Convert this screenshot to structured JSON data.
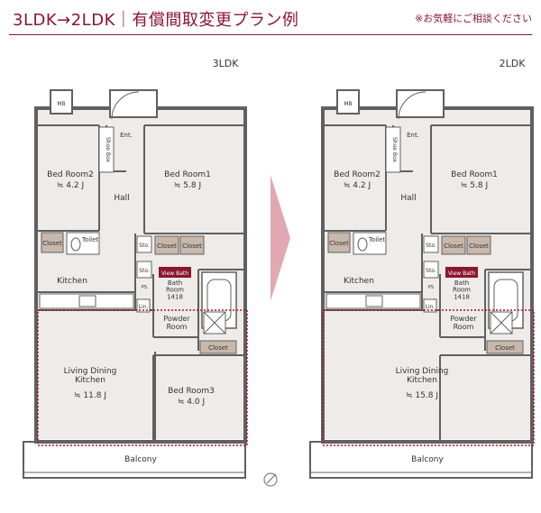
{
  "header": {
    "title": "3LDK→2LDK｜有償間取変更プラン例",
    "note": "※お気軽にご相談ください"
  },
  "colors": {
    "accent": "#8a1630",
    "wall": "#606060",
    "floor": "#eeebe8",
    "fixture": "#c8b8ac",
    "dotted": "#a4162e",
    "arrow": "#e2a8b2"
  },
  "plans": {
    "before": {
      "type_label": "3LDK",
      "rooms": {
        "mb": "MB",
        "ent": "Ent.",
        "shoe_box": "Shoe Box",
        "bed2_name": "Bed Room2",
        "bed2_size": "≒ 4.2 J",
        "bed1_name": "Bed Room1",
        "bed1_size": "≒ 5.8 J",
        "hall": "Hall",
        "closet_a": "Closet",
        "toilet": "Toilet",
        "sto_1": "Sto.",
        "closet_b": "Closet",
        "closet_c": "Closet",
        "sto_2": "Sto.",
        "view_bath": "View Bath",
        "bath_room": "Bath\nRoom\n1418",
        "ps": "PS",
        "lin": "Lin.",
        "kitchen": "Kitchen",
        "powder_room": "Powder\nRoom",
        "closet_d": "Closet",
        "ldk_name": "Living Dining\nKitchen",
        "ldk_size": "≒ 11.8 J",
        "bed3_name": "Bed Room3",
        "bed3_size": "≒ 4.0 J",
        "balcony": "Balcony"
      }
    },
    "after": {
      "type_label": "2LDK",
      "rooms": {
        "mb": "MB",
        "ent": "Ent.",
        "shoe_box": "Shoe Box",
        "bed2_name": "Bed Room2",
        "bed2_size": "≒ 4.2 J",
        "bed1_name": "Bed Room1",
        "bed1_size": "≒ 5.8 J",
        "hall": "Hall",
        "closet_a": "Closet",
        "toilet": "Toilet",
        "sto_1": "Sto.",
        "closet_b": "Closet",
        "closet_c": "Closet",
        "sto_2": "Sto.",
        "view_bath": "View Bath",
        "bath_room": "Bath\nRoom\n1418",
        "ps": "PS",
        "lin": "Lin.",
        "kitchen": "Kitchen",
        "powder_room": "Powder\nRoom",
        "closet_d": "Closet",
        "ldk_name": "Living Dining\nKitchen",
        "ldk_size": "≒ 15.8 J",
        "balcony": "Balcony"
      }
    }
  }
}
